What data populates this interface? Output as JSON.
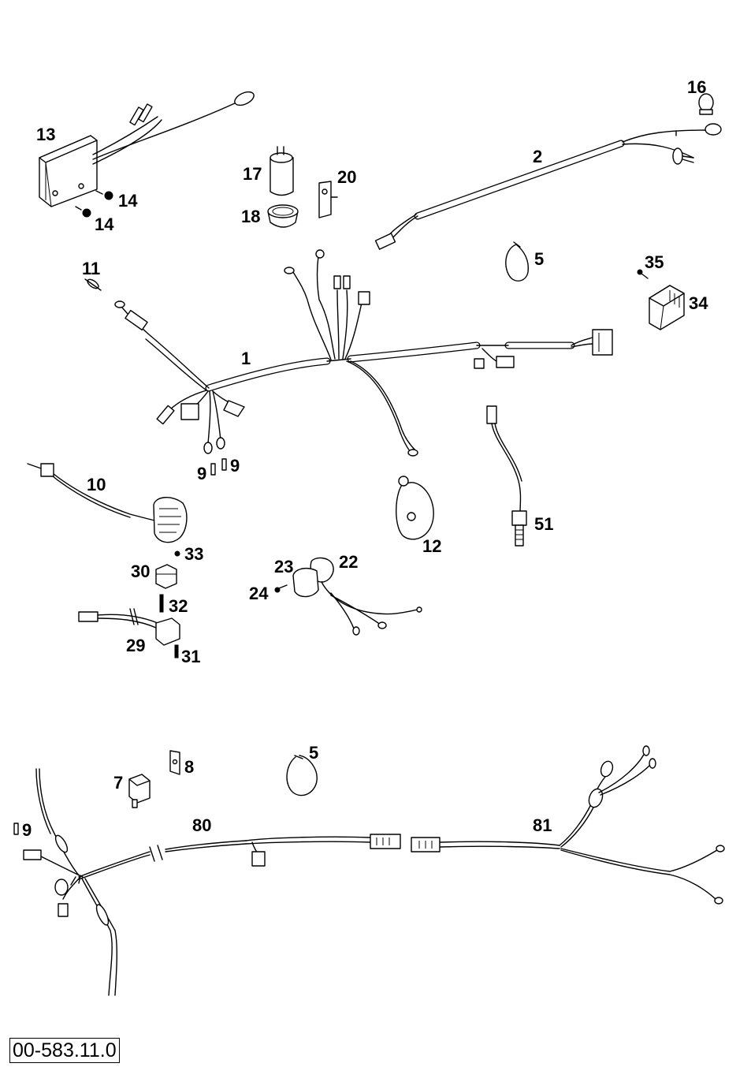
{
  "diagram": {
    "reference_code": "00-583.11.0",
    "callouts": [
      "13",
      "14",
      "14",
      "17",
      "18",
      "20",
      "16",
      "2",
      "11",
      "5",
      "35",
      "34",
      "1",
      "9",
      "9",
      "10",
      "12",
      "51",
      "33",
      "30",
      "32",
      "23",
      "22",
      "24",
      "29",
      "31",
      "8",
      "7",
      "5",
      "9",
      "80",
      "81"
    ]
  }
}
